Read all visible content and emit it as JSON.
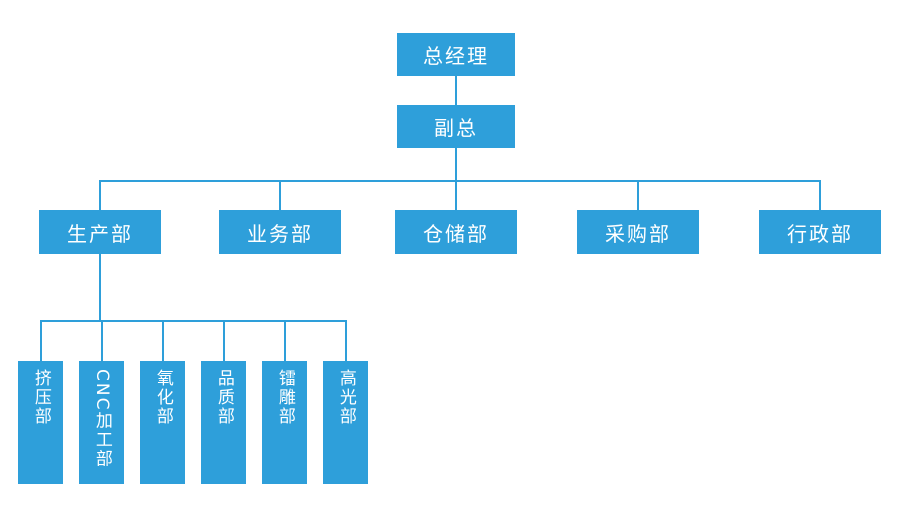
{
  "colors": {
    "node_fill": "#2E9FDA",
    "node_text": "#FFFFFF",
    "connector": "#2E9FDA",
    "background": "#FFFFFF"
  },
  "org_chart": {
    "root": {
      "label": "总经理"
    },
    "deputy": {
      "label": "副总"
    },
    "departments": [
      {
        "label": "生产部"
      },
      {
        "label": "业务部"
      },
      {
        "label": "仓储部"
      },
      {
        "label": "采购部"
      },
      {
        "label": "行政部"
      }
    ],
    "production_sub_departments": [
      {
        "label": "挤压部"
      },
      {
        "label": "CNC加工部"
      },
      {
        "label": "氧化部"
      },
      {
        "label": "品质部"
      },
      {
        "label": "镭雕部"
      },
      {
        "label": "高光部"
      }
    ]
  }
}
